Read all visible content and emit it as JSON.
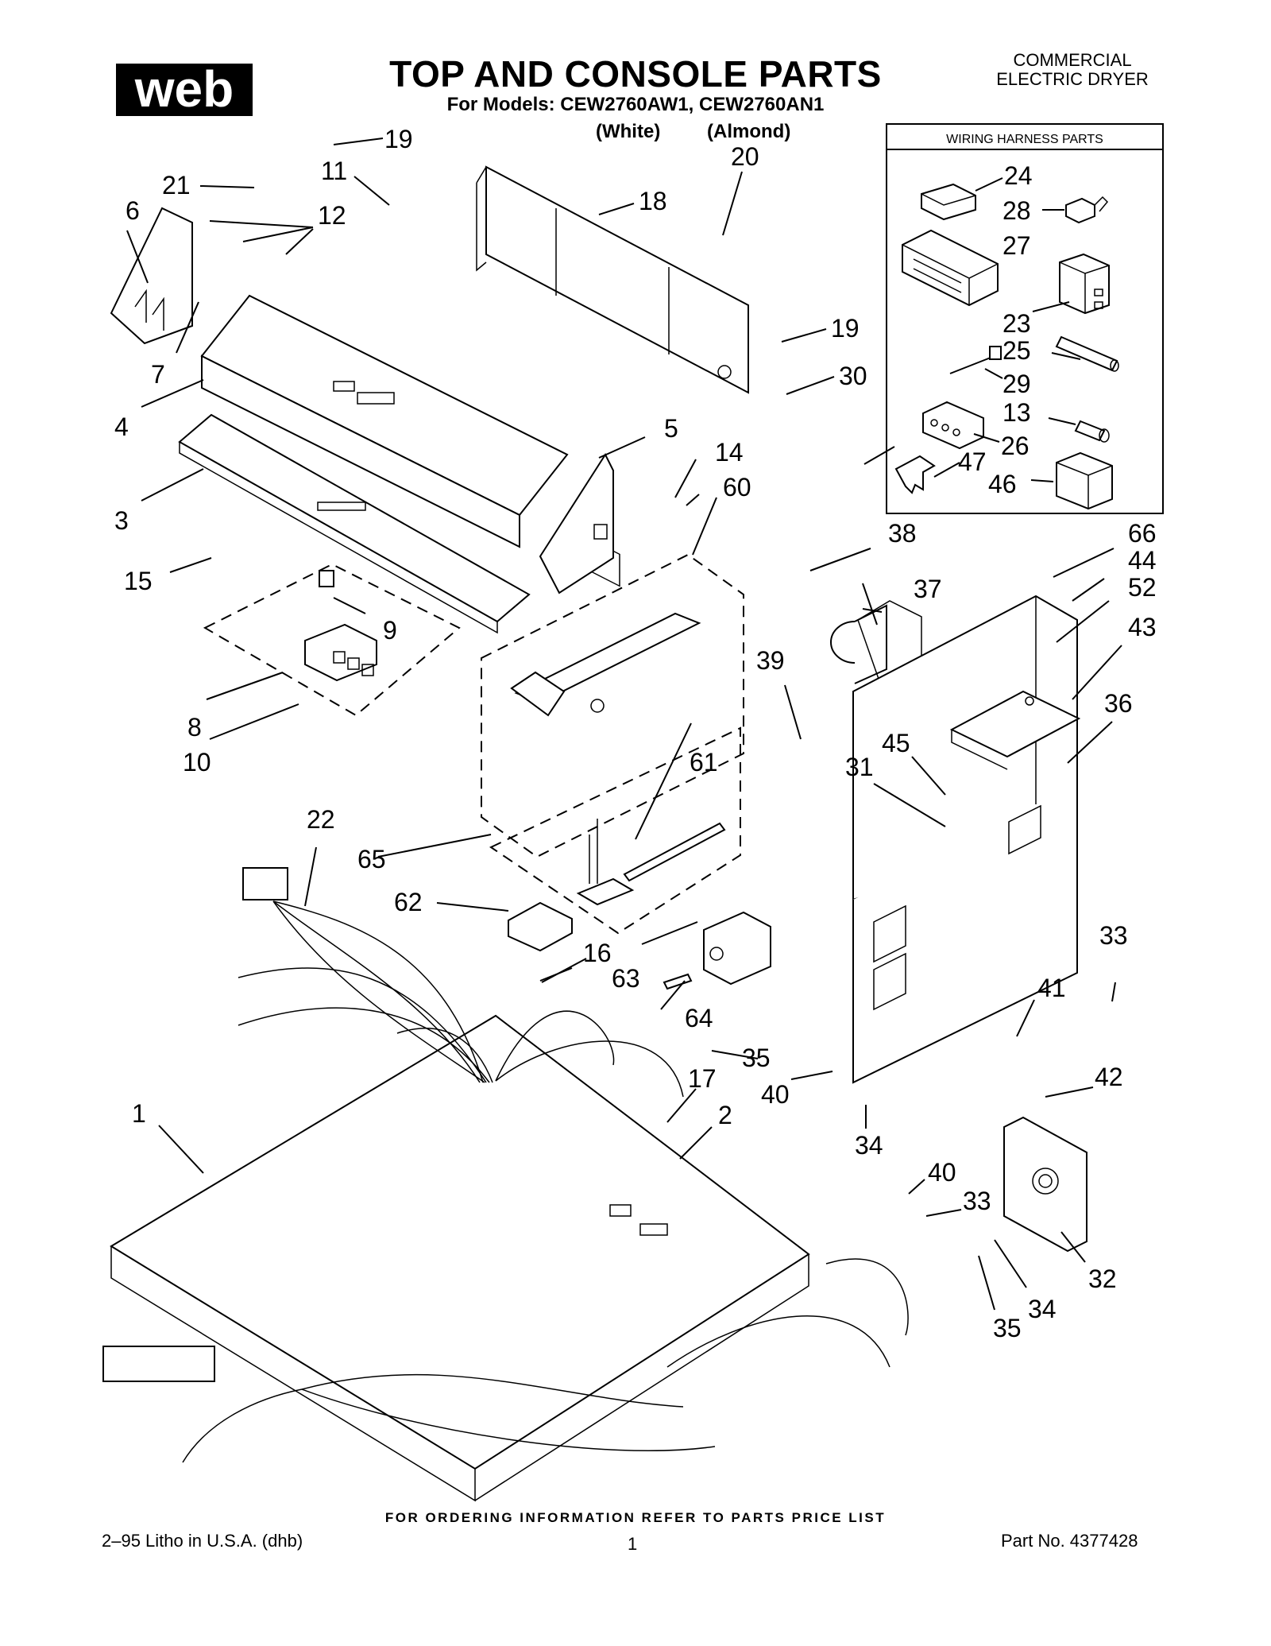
{
  "header": {
    "brand_logo_text": "web",
    "title": "TOP AND CONSOLE PARTS",
    "subtitle": "For Models: CEW2760AW1, CEW2760AN1",
    "model_color_1": "(White)",
    "model_color_2": "(Almond)",
    "product_type_line1": "COMMERCIAL",
    "product_type_line2": "ELECTRIC DRYER"
  },
  "wiring_box": {
    "title": "WIRING HARNESS PARTS"
  },
  "callouts": {
    "c1": "1",
    "c2": "2",
    "c3": "3",
    "c4": "4",
    "c5": "5",
    "c6": "6",
    "c7": "7",
    "c8": "8",
    "c9": "9",
    "c10": "10",
    "c11": "11",
    "c12": "12",
    "c13": "13",
    "c14": "14",
    "c15": "15",
    "c16": "16",
    "c17": "17",
    "c18": "18",
    "c19a": "19",
    "c19b": "19",
    "c20": "20",
    "c21": "21",
    "c22": "22",
    "c23": "23",
    "c24": "24",
    "c25": "25",
    "c26": "26",
    "c27": "27",
    "c28": "28",
    "c29": "29",
    "c30": "30",
    "c31": "31",
    "c32": "32",
    "c33a": "33",
    "c33b": "33",
    "c34a": "34",
    "c34b": "34",
    "c35a": "35",
    "c35b": "35",
    "c36": "36",
    "c37": "37",
    "c38": "38",
    "c39": "39",
    "c40a": "40",
    "c40b": "40",
    "c41": "41",
    "c42": "42",
    "c43": "43",
    "c44": "44",
    "c45": "45",
    "c46": "46",
    "c47": "47",
    "c52": "52",
    "c60": "60",
    "c61": "61",
    "c62": "62",
    "c63": "63",
    "c64": "64",
    "c65": "65",
    "c66": "66"
  },
  "footer": {
    "ordering_note": "FOR ORDERING INFORMATION REFER TO PARTS PRICE LIST",
    "litho": "2–95 Litho in U.S.A. (dhb)",
    "page_number": "1",
    "part_number": "Part No. 4377428"
  }
}
